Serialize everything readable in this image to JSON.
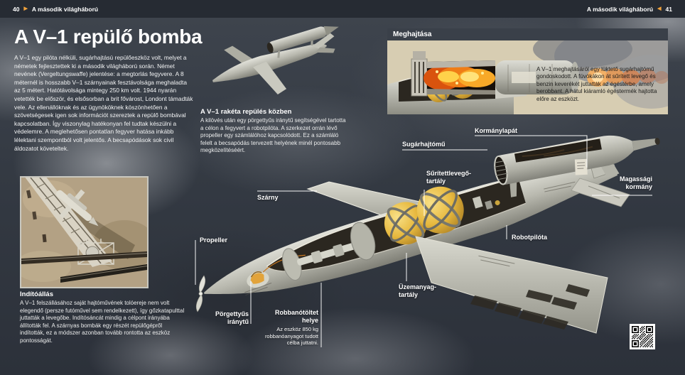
{
  "header": {
    "left_page_number": "40",
    "left_title": "A második világháború",
    "right_title": "A második világháború",
    "right_page_number": "41"
  },
  "article": {
    "title": "A V–1 repülő bomba",
    "intro": "A V–1 egy pilóta nélküli, sugárhajtású repülőeszköz volt, melyet a németek fejlesztettek ki a második világháború során. Német nevének (Vergeltungswaffe) jelentése: a megtorlás fegyvere. A 8 méternél is hosszabb V–1 szárnyainak fesztávolsága meghaladta az 5 métert. Hatótávolsága mintegy 250 km volt. 1944 nyarán vetették be először, és elsősorban a brit fővárost, Londont támadták vele. Az ellenállóknak és az ügynököknek köszönhetően a szövetségesek igen sok információt szereztek a repülő bombával kapcsolatban. Így viszonylag hatékonyan fel tudtak készülni a védelemre. A meglehetősen pontatlan fegyver hatása inkább lélektani szempontból volt jelentős. A becsapódások sok civil áldozatot követeltek."
  },
  "launch_section": {
    "heading": "Indítóállás",
    "body": "A V–1 felszállásához saját hajtóművének tolóereje nem volt elegendő (persze futóművel sem rendelkezett), így gőzkatapulttal juttatták a levegőbe. Indítósáncát mindig a célpont irányába állították fel. A szárnyas bombák egy részét repülőgépről indították, ez a módszer azonban tovább rontotta az eszköz pontosságát."
  },
  "flight_section": {
    "heading": "A V–1 rakéta repülés közben",
    "body": "A kilövés után egy pörgettyűs iránytű segítségével tartotta a célon a fegyvert a robotpilóta. A szerkezet orrán lévő propeller egy számlálóhoz kapcsolódott. Ez a számláló felelt a becsapódás tervezett helyének minél pontosabb megközelítéséért."
  },
  "propulsion_box": {
    "heading": "Meghajtása",
    "body": "A V–1 meghajtásáról egy lüktető sugárhajtómű gondoskodott. A fúvókákon át sűrített levegő és benzin keverékét juttatták az égéstérbe, amely berobbant. A hátul kiáramló égéstermék hajtotta előre az eszközt."
  },
  "diagram_labels": {
    "kormanylapat": "Kormánylapát",
    "sugarhajtomu": "Sugárhajtómű",
    "suritettlevego": "Sűrítettlevegő-\ntartály",
    "magassagi": "Magassági\nkormány",
    "robotpilota": "Robotpilóta",
    "szarny": "Szárny",
    "propeller": "Propeller",
    "porgettyus": "Pörgettyűs\niránytű",
    "robbanotoltet": "Robbanótöltet\nhelye",
    "robbanotoltet_note": "Az eszköz 850 kg robbanóanyagot tudott célba juttatni.",
    "uzemanyag": "Üzemanyag-\ntartály"
  },
  "colors": {
    "accent_orange": "#f2a33c",
    "header_bar": "#262b33",
    "box_beige": "#d7cdb2",
    "tank_yellow": "#e7b93f",
    "metal_light": "#d8d8d0",
    "metal_dark": "#83837a"
  }
}
